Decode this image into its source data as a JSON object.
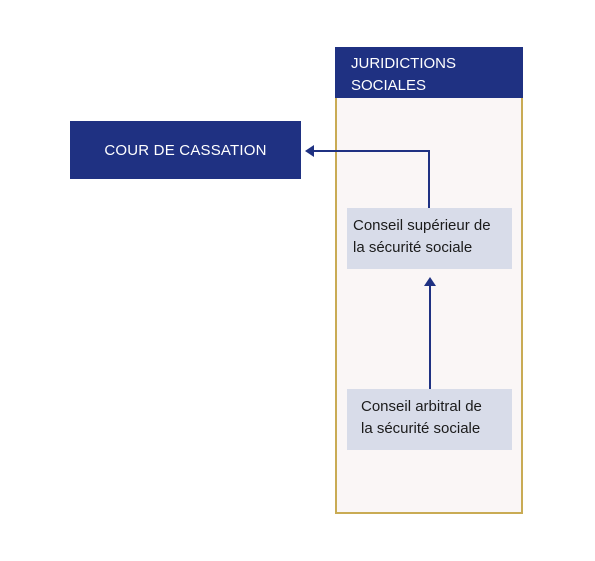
{
  "diagram": {
    "cour": {
      "label": "COUR DE CASSATION"
    },
    "panel": {
      "title_line1": "JURIDICTIONS",
      "title_line2": "SOCIALES"
    },
    "nodes": {
      "csss": {
        "line1": "Conseil supérieur de",
        "line2": "la sécurité sociale"
      },
      "cass": {
        "line1": "Conseil arbitral de",
        "line2": "la sécurité sociale"
      }
    },
    "colors": {
      "navy": "#1f3182",
      "panel_border": "#c9ab54",
      "panel_fill": "#faf6f6",
      "node_fill": "#d8dce9",
      "arrow": "#1f3182"
    }
  }
}
